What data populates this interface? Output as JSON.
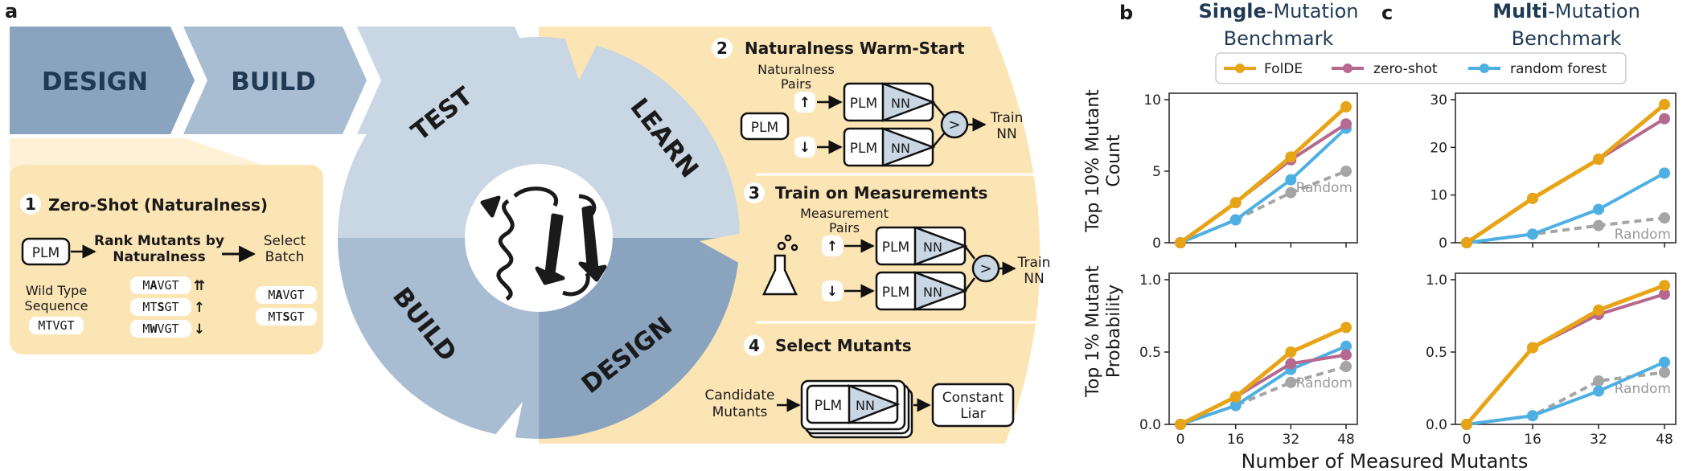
{
  "panel_labels": {
    "a": "a",
    "b": "b",
    "c": "c"
  },
  "colors": {
    "cream": "#fce5b5",
    "blue_dark": "#8aa4c0",
    "blue_mid": "#a8bcd2",
    "blue_light": "#c9d6e4",
    "folde": "#e8a417",
    "zero_shot": "#b5698f",
    "random_forest": "#4eb0e2",
    "random": "#a5a5a5"
  },
  "cycle": {
    "chevron_design": "DESIGN",
    "chevron_build": "BUILD",
    "ring_test": "TEST",
    "ring_learn": "LEARN",
    "ring_build": "BUILD",
    "ring_design": "DESIGN"
  },
  "step1": {
    "number": "1",
    "title": "Zero-Shot (Naturalness)",
    "plm": "PLM",
    "rank_line1": "Rank Mutants by",
    "rank_line2": "Naturalness",
    "select_line1": "Select",
    "select_line2": "Batch",
    "wt_line1": "Wild Type",
    "wt_line2": "Sequence",
    "wt_seq": "MTVGT",
    "mutants": [
      {
        "pre": "M",
        "mut": "A",
        "post": "VGT",
        "arrow": "⇈"
      },
      {
        "pre": "MT",
        "mut": "S",
        "post": "GT",
        "arrow": "↑"
      },
      {
        "pre": "M",
        "mut": "W",
        "post": "VGT",
        "arrow": "↓"
      }
    ],
    "batch": [
      {
        "pre": "M",
        "mut": "A",
        "post": "VGT"
      },
      {
        "pre": "MT",
        "mut": "S",
        "post": "GT"
      }
    ]
  },
  "step2": {
    "number": "2",
    "title": "Naturalness Warm-Start",
    "pairs_line1": "Naturalness",
    "pairs_line2": "Pairs",
    "plm": "PLM",
    "nn": "NN",
    "compare": ">",
    "train_line1": "Train",
    "train_line2": "NN",
    "up": "↑",
    "down": "↓"
  },
  "step3": {
    "number": "3",
    "title": "Train on Measurements",
    "pairs_line1": "Measurement",
    "pairs_line2": "Pairs",
    "plm": "PLM",
    "nn": "NN",
    "compare": ">",
    "train_line1": "Train",
    "train_line2": "NN",
    "up": "↑",
    "down": "↓"
  },
  "step4": {
    "number": "4",
    "title": "Select Mutants",
    "cand_line1": "Candidate",
    "cand_line2": "Mutants",
    "plm": "PLM",
    "nn": "NN",
    "liar_line1": "Constant",
    "liar_line2": "Liar"
  },
  "plots": {
    "b_title_bold": "Single",
    "b_title_rest": "-Mutation",
    "b_title_line2": "Benchmark",
    "c_title_bold": "Multi",
    "c_title_rest": "-Mutation",
    "c_title_line2": "Benchmark",
    "legend": [
      "FolDE",
      "zero-shot",
      "random forest"
    ],
    "ylabel_top_line1": "Top 10% Mutant",
    "ylabel_top_line2": "Count",
    "ylabel_bottom_line1": "Top 1% Mutant",
    "ylabel_bottom_line2": "Probability",
    "xlabel": "Number of Measured Mutants",
    "random_label": "Random"
  },
  "chart_data": [
    {
      "type": "line",
      "panel": "b-top",
      "x": [
        0,
        16,
        32,
        48
      ],
      "ylim": [
        0,
        10
      ],
      "yticks": [
        "0",
        "5",
        "10"
      ],
      "xticks": [
        "0",
        "16",
        "32",
        "48"
      ],
      "series": [
        {
          "name": "FolDE",
          "values": [
            0,
            2.8,
            6.0,
            9.5
          ]
        },
        {
          "name": "zero-shot",
          "values": [
            0,
            2.8,
            5.8,
            8.3
          ]
        },
        {
          "name": "random forest",
          "values": [
            0,
            1.6,
            4.4,
            8.0
          ]
        },
        {
          "name": "Random",
          "values": [
            0,
            1.6,
            3.5,
            5.0
          ]
        }
      ]
    },
    {
      "type": "line",
      "panel": "c-top",
      "x": [
        0,
        16,
        32,
        48
      ],
      "ylim": [
        0,
        30
      ],
      "yticks": [
        "0",
        "10",
        "20",
        "30"
      ],
      "xticks": [
        "0",
        "16",
        "32",
        "48"
      ],
      "series": [
        {
          "name": "FolDE",
          "values": [
            0,
            9.3,
            17.5,
            29
          ]
        },
        {
          "name": "zero-shot",
          "values": [
            0,
            9.3,
            17.5,
            26
          ]
        },
        {
          "name": "random forest",
          "values": [
            0,
            1.8,
            7.0,
            14.6
          ]
        },
        {
          "name": "Random",
          "values": [
            0,
            1.8,
            3.6,
            5.2
          ]
        }
      ]
    },
    {
      "type": "line",
      "panel": "b-bottom",
      "x": [
        0,
        16,
        32,
        48
      ],
      "ylim": [
        0,
        1.0
      ],
      "yticks": [
        "0.0",
        "0.5",
        "1.0"
      ],
      "xticks": [
        "0",
        "16",
        "32",
        "48"
      ],
      "series": [
        {
          "name": "FolDE",
          "values": [
            0,
            0.19,
            0.5,
            0.67
          ]
        },
        {
          "name": "zero-shot",
          "values": [
            0,
            0.19,
            0.42,
            0.48
          ]
        },
        {
          "name": "random forest",
          "values": [
            0,
            0.13,
            0.38,
            0.54
          ]
        },
        {
          "name": "Random",
          "values": [
            0,
            0.13,
            0.29,
            0.4
          ]
        }
      ]
    },
    {
      "type": "line",
      "panel": "c-bottom",
      "x": [
        0,
        16,
        32,
        48
      ],
      "ylim": [
        0,
        1.0
      ],
      "yticks": [
        "0.0",
        "0.5",
        "1.0"
      ],
      "xticks": [
        "0",
        "16",
        "32",
        "48"
      ],
      "series": [
        {
          "name": "FolDE",
          "values": [
            0,
            0.53,
            0.79,
            0.96
          ]
        },
        {
          "name": "zero-shot",
          "values": [
            0,
            0.53,
            0.76,
            0.9
          ]
        },
        {
          "name": "random forest",
          "values": [
            0,
            0.06,
            0.23,
            0.43
          ]
        },
        {
          "name": "Random",
          "values": [
            0,
            0.06,
            0.3,
            0.36
          ]
        }
      ]
    }
  ]
}
